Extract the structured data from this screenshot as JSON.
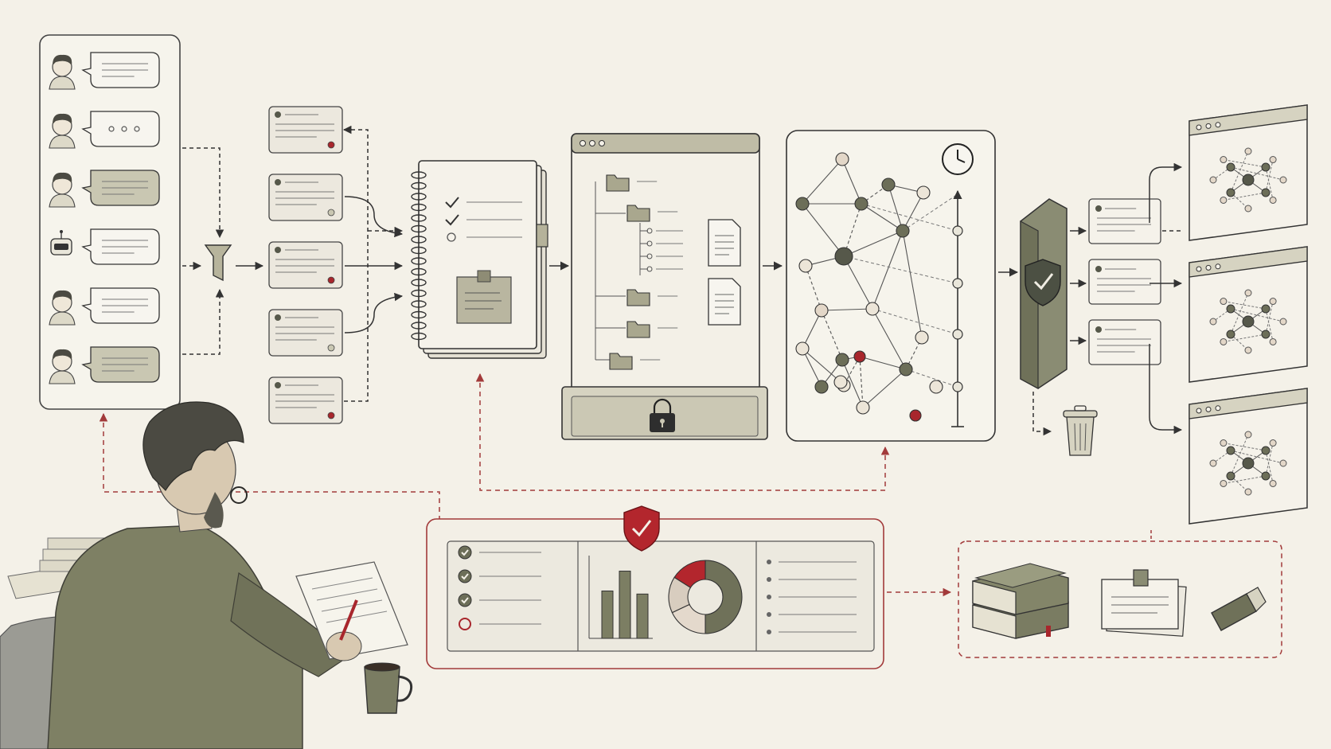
{
  "colors": {
    "background": "#f4f1e8",
    "paper": "#f0ede3",
    "ink": "#3a3a36",
    "line": "#555550",
    "olive": "#7c7e63",
    "olive_light": "#c9c7b2",
    "olive_dark": "#56584a",
    "red_accent": "#a8262c",
    "red_dashed": "#a23a3a"
  },
  "icons": {
    "filter": "funnel-icon",
    "notebook": "spiral-notebook-icon",
    "vault": "padlock-icon",
    "timer": "clock-icon",
    "firewall": "shield-check-icon",
    "discard": "trash-can-icon",
    "audit": "red-shield-check-icon",
    "archive": [
      "book-stack-icon",
      "clipped-papers-icon",
      "usb-drive-icon"
    ]
  },
  "sources": {
    "count": 6,
    "avatars": [
      "person-icon",
      "person-icon",
      "person-icon",
      "robot-icon",
      "person-icon",
      "person-icon"
    ],
    "bubble_fill": [
      false,
      false,
      true,
      false,
      false,
      true
    ],
    "bubble_typing": [
      false,
      true,
      false,
      false,
      false,
      false
    ]
  },
  "filtered_notes": {
    "count": 5,
    "marker": [
      "red",
      "olive",
      "red",
      "olive",
      "red"
    ]
  },
  "checklist": {
    "items_checked": [
      true,
      true,
      false
    ]
  },
  "audit_panel": {
    "checks": [
      true,
      true,
      true,
      false
    ],
    "bar_levels": [
      0.62,
      0.88,
      0.58
    ],
    "donut_segments": [
      {
        "label": "olive",
        "fraction": 0.5
      },
      {
        "label": "light",
        "fraction": 0.18
      },
      {
        "label": "pale",
        "fraction": 0.16
      },
      {
        "label": "red",
        "fraction": 0.16
      }
    ]
  },
  "outputs": {
    "count": 3
  }
}
